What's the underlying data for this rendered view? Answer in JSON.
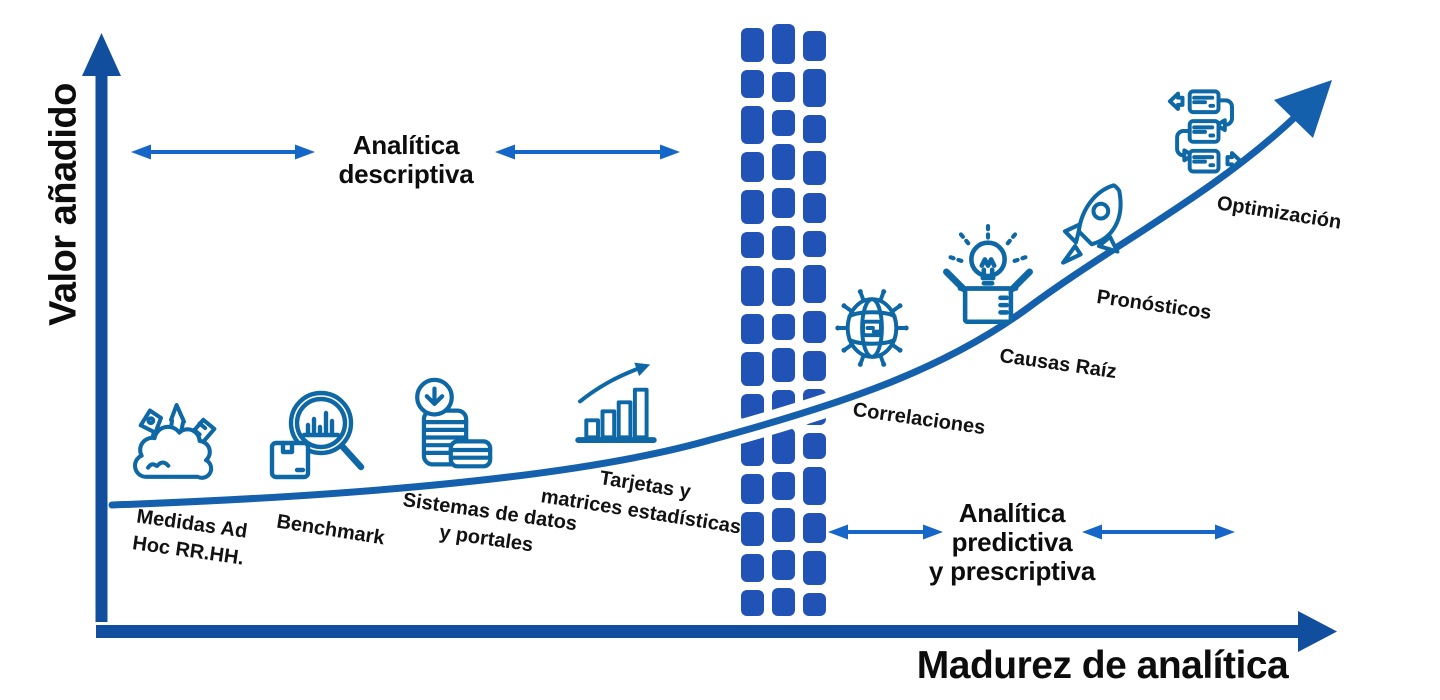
{
  "axes": {
    "y_label": "Valor añadido",
    "x_label": "Madurez de analítica"
  },
  "zones": {
    "descriptive": {
      "label": "Analítica\ndescriptiva"
    },
    "predictive": {
      "label": "Analítica\npredictiva\ny prescriptiva"
    }
  },
  "stages": [
    {
      "label": "Medidas Ad\nHoc RR.HH.",
      "icon": "cloud-tools-icon"
    },
    {
      "label": "Benchmark",
      "icon": "magnifier-chart-icon"
    },
    {
      "label": "Sistemas de datos\ny portales",
      "icon": "coins-download-icon"
    },
    {
      "label": "Tarjetas y\nmatrices estadísticas",
      "icon": "bar-chart-growth-icon"
    },
    {
      "label": "Correlaciones",
      "icon": "network-globe-icon"
    },
    {
      "label": "Causas Raíz",
      "icon": "lightbulb-box-icon"
    },
    {
      "label": "Pronósticos",
      "icon": "rocket-icon"
    },
    {
      "label": "Optimización",
      "icon": "workflow-documents-icon"
    }
  ],
  "colors": {
    "axis": "#114f9e",
    "curve": "#1560ac",
    "barrier": "#2153b7",
    "double_arrow": "#1566c8",
    "icon": "#0f68a6",
    "text": "#121212"
  }
}
